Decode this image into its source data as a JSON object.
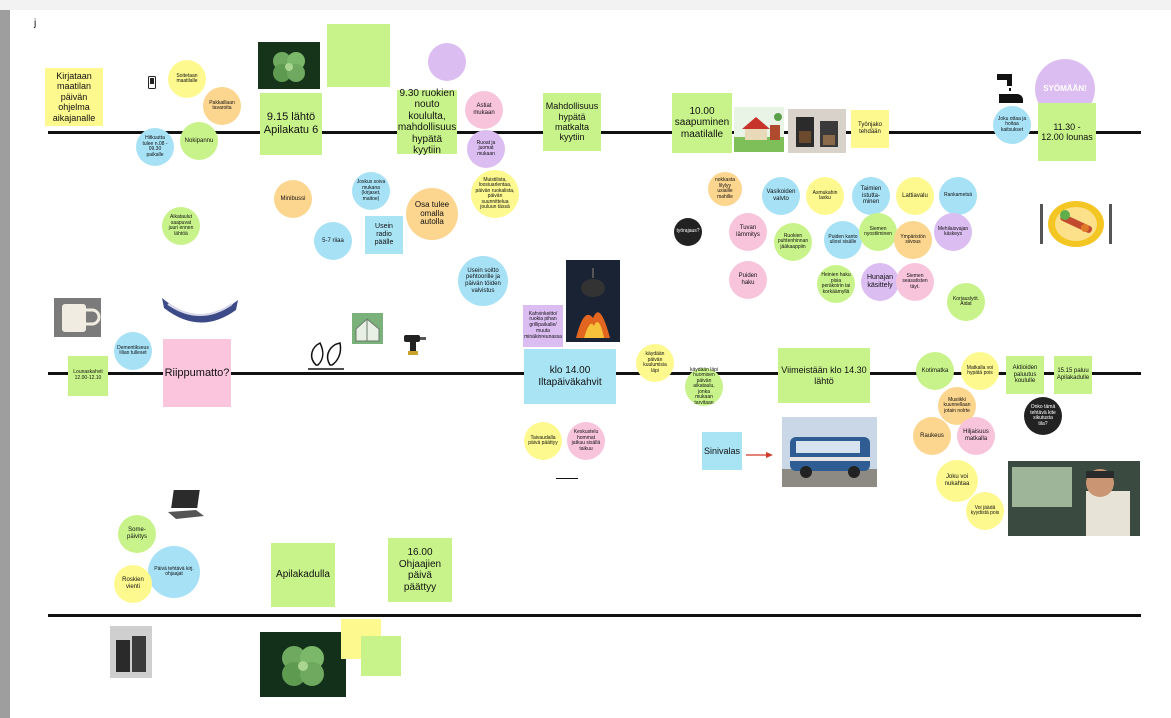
{
  "corner_label": "j",
  "notes": {
    "intro": "Kirjataan maatilan päivän ohjelma aikajanalle",
    "depart": "9.15 lähtö Apilakatu 6",
    "pickup": "9.30 ruokien nouto koululta, mahdollisuus hypätä kyytiin",
    "hop": "Mahdollisuus hypätä matkalta kyytiin",
    "arrival": "10.00 saapuminen maatilalle",
    "assign": "Työnjako tehdään",
    "lunch": "11.30 - 12.00 lounas",
    "radio": "Usein radio päälle",
    "coffee_label": "Lounaskahvit 12.00-12.10",
    "hammock": "Riippumatto?",
    "coffee": "klo 14.00 Iltapäiväkahvit",
    "last_depart": "Viimeistään klo 14.30 lähtö",
    "return": "Aktioiden paluutus koululle",
    "back_home": "15.15 paluu Apilakadulle",
    "sini": "Sinivalas",
    "apilakatu": "Apilakadulla",
    "end": "16.00 Ohjaajien päivä päättyy",
    "tasks_sticky": "Kahvinkeitto/ ruokia pihan grillipaikalle/ muuta minäkinreunassa"
  },
  "bubbles": {
    "phone_call": "Soitetaan maatilalle",
    "pakkaus": "Pakkaillaan tavaroita",
    "nokipannu": "Nokipannu",
    "hitkuutta": "Hitkuutta tulee n.08 - 09.30 paikalle",
    "astiat": "Astiat mukaan",
    "ruoat": "Ruoat ja juomat mukaan",
    "syomaan": "SYÖMÄÄN!",
    "joku_ottaa": "Joku ottaa ja hoitaa kaitsukset",
    "minibussi": "Minibussi",
    "joskus": "Joskus soiva mukana (kirjaset, maitoe)",
    "osa_tulee": "Osa tulee omalla autolla",
    "muistilista": "Muistilista, loosiuarlentaa, päivän ruokalista, päivän suunnittelua jouluun tässä",
    "sjalka": "5-7 riiaa",
    "aikataulu": "Aikataulut saapuvat juuri ennen lähtöä",
    "usein_soitto": "Usein soitto pehtoorille ja päivän töiden valvistus",
    "nokkaeli": "nokkasta lilylyy usiaille mahille",
    "tyopaivat": "työrajaus?",
    "vasikat": "Vasikoiden valvto",
    "asmaukset": "Asmukahin lasku",
    "taimien": "Taimien istutta-minen",
    "lattiavalu": "Lattiavalu",
    "rankametsa": "Rankametsä",
    "tuvan": "Tuvan lämmitys",
    "ruokien": "Ruokien puhtenhinnan jääkaappiin",
    "puiden_kanto": "Puiden kanto uliosi sisälle",
    "siemen": "Siemen nyostiiminen",
    "ympari": "Ympäristön siivous",
    "mehi": "Mehilaisvajan käskeys",
    "puiden_haku": "Puiden haku",
    "heinien": "Heinien haku pisia peräkoirin tai korkäämyllä",
    "hunajan": "Hunajan käsittely",
    "siemen2": "Siemen seasatisten täyt.",
    "korjaus": "Korjauslyöt. Aidat",
    "dementikeus": "Dementikseus lilian tulleset",
    "kaydaan": "käydään päivän kuulumisia läpi",
    "taivaalle": "Taivaudalla päivä päättyy",
    "keskustelu": "Keskustelu hommat jatkuu sisällä taikuu",
    "kaydaan2": "käydään läpi huomisen päivän aikataulu, jonka mukaan tarvitaan",
    "kotimatka": "Kotimatka",
    "matkalle": "Matkalla voi hypätä pois",
    "musiikki": "Musiikki kuunnellaan jotain nolrte",
    "onko": "Onko tämä tehtävä kite sikutusta tila?",
    "raukeus": "Raukeus",
    "hiljaisuus": "Hiljaisuus matkalla",
    "joku_nukahtaa": "Joku voi nukahtaa",
    "voi_jaada": "Voi jäädä kyydistä pois",
    "some": "Some-päivitys",
    "roskien": "Roskien vienti",
    "paiva_teht": "Päivä tehtävä kirj. ohjaajat"
  },
  "colors": {
    "yellow": "#fdf98f",
    "green": "#c8f38a",
    "pink": "#fbc5dd",
    "blue": "#a9e4f5",
    "orange": "#fcd58e",
    "violet": "#dcbdf2",
    "timeline": "#111111"
  },
  "icons": [
    "phone-icon",
    "leaf-icon",
    "hand-water-icon",
    "drill-icon",
    "laptop-icon",
    "arrow-right-icon"
  ]
}
